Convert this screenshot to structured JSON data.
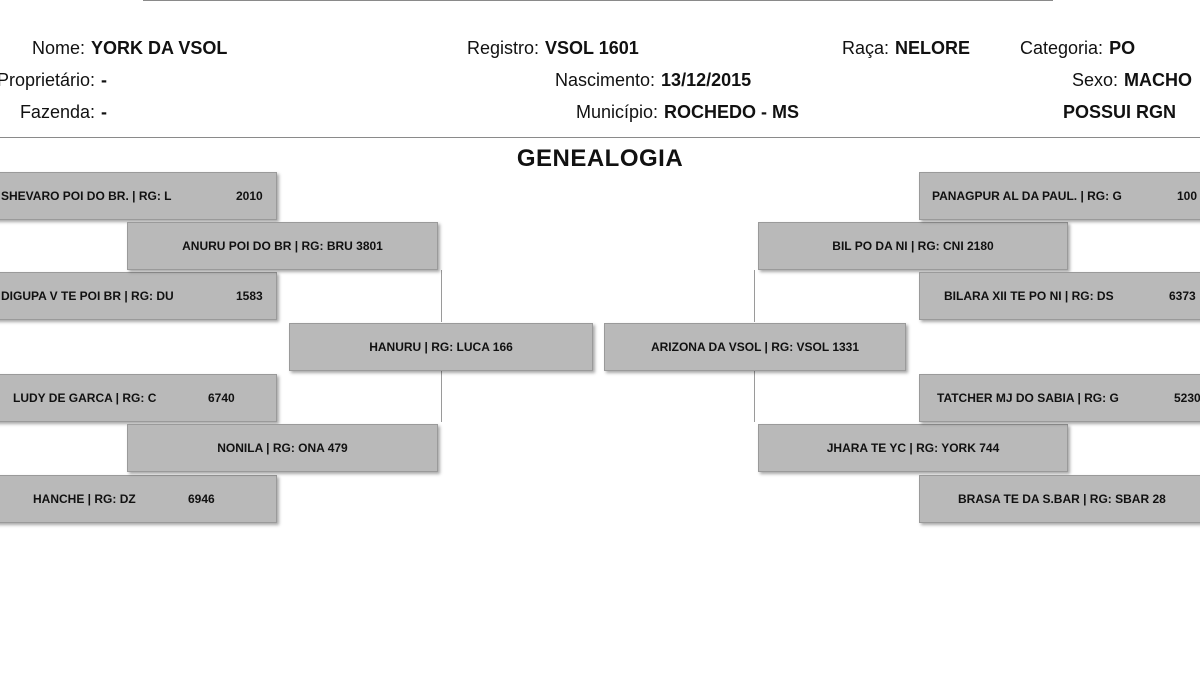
{
  "header": {
    "nome_label": "Nome:",
    "nome": "YORK DA VSOL",
    "registro_label": "Registro:",
    "registro": "VSOL 1601",
    "raca_label": "Raça:",
    "raca": "NELORE",
    "categoria_label": "Categoria:",
    "categoria": "PO",
    "proprietario_label": "Proprietário:",
    "proprietario": "-",
    "nascimento_label": "Nascimento:",
    "nascimento": "13/12/2015",
    "sexo_label": "Sexo:",
    "sexo": "MACHO",
    "fazenda_label": "Fazenda:",
    "fazenda": "-",
    "municipio_label": "Município:",
    "municipio": "ROCHEDO - MS",
    "rgn": "POSSUI RGN"
  },
  "genealogia_title": "GENEALOGIA",
  "pedigree": {
    "left": {
      "great": [
        {
          "name": "SHEVARO POI DO BR. | RG: L",
          "year": "2010"
        },
        {
          "name": "DIGUPA V TE POI BR | RG: DU",
          "year": "1583"
        },
        {
          "name": "LUDY DE GARCA | RG: C",
          "year": "6740"
        },
        {
          "name": "HANCHE | RG: DZ",
          "year": "6946"
        }
      ],
      "grand": [
        {
          "name": "ANURU POI DO BR | RG: BRU 3801"
        },
        {
          "name": "NONILA | RG: ONA 479"
        }
      ],
      "parent": {
        "name": "HANURU | RG: LUCA 166"
      }
    },
    "right": {
      "great": [
        {
          "name": "PANAGPUR AL DA PAUL. | RG: G",
          "year": "100"
        },
        {
          "name": "BILARA XII TE PO NI | RG: DS",
          "year": "6373"
        },
        {
          "name": "TATCHER MJ DO SABIA | RG: G",
          "year": "5230"
        },
        {
          "name": "BRASA TE DA S.BAR | RG: SBAR 28",
          "year": ""
        }
      ],
      "grand": [
        {
          "name": "BIL PO DA NI | RG: CNI 2180"
        },
        {
          "name": "JHARA TE YC | RG: YORK 744"
        }
      ],
      "parent": {
        "name": "ARIZONA DA VSOL | RG: VSOL 1331"
      }
    }
  }
}
